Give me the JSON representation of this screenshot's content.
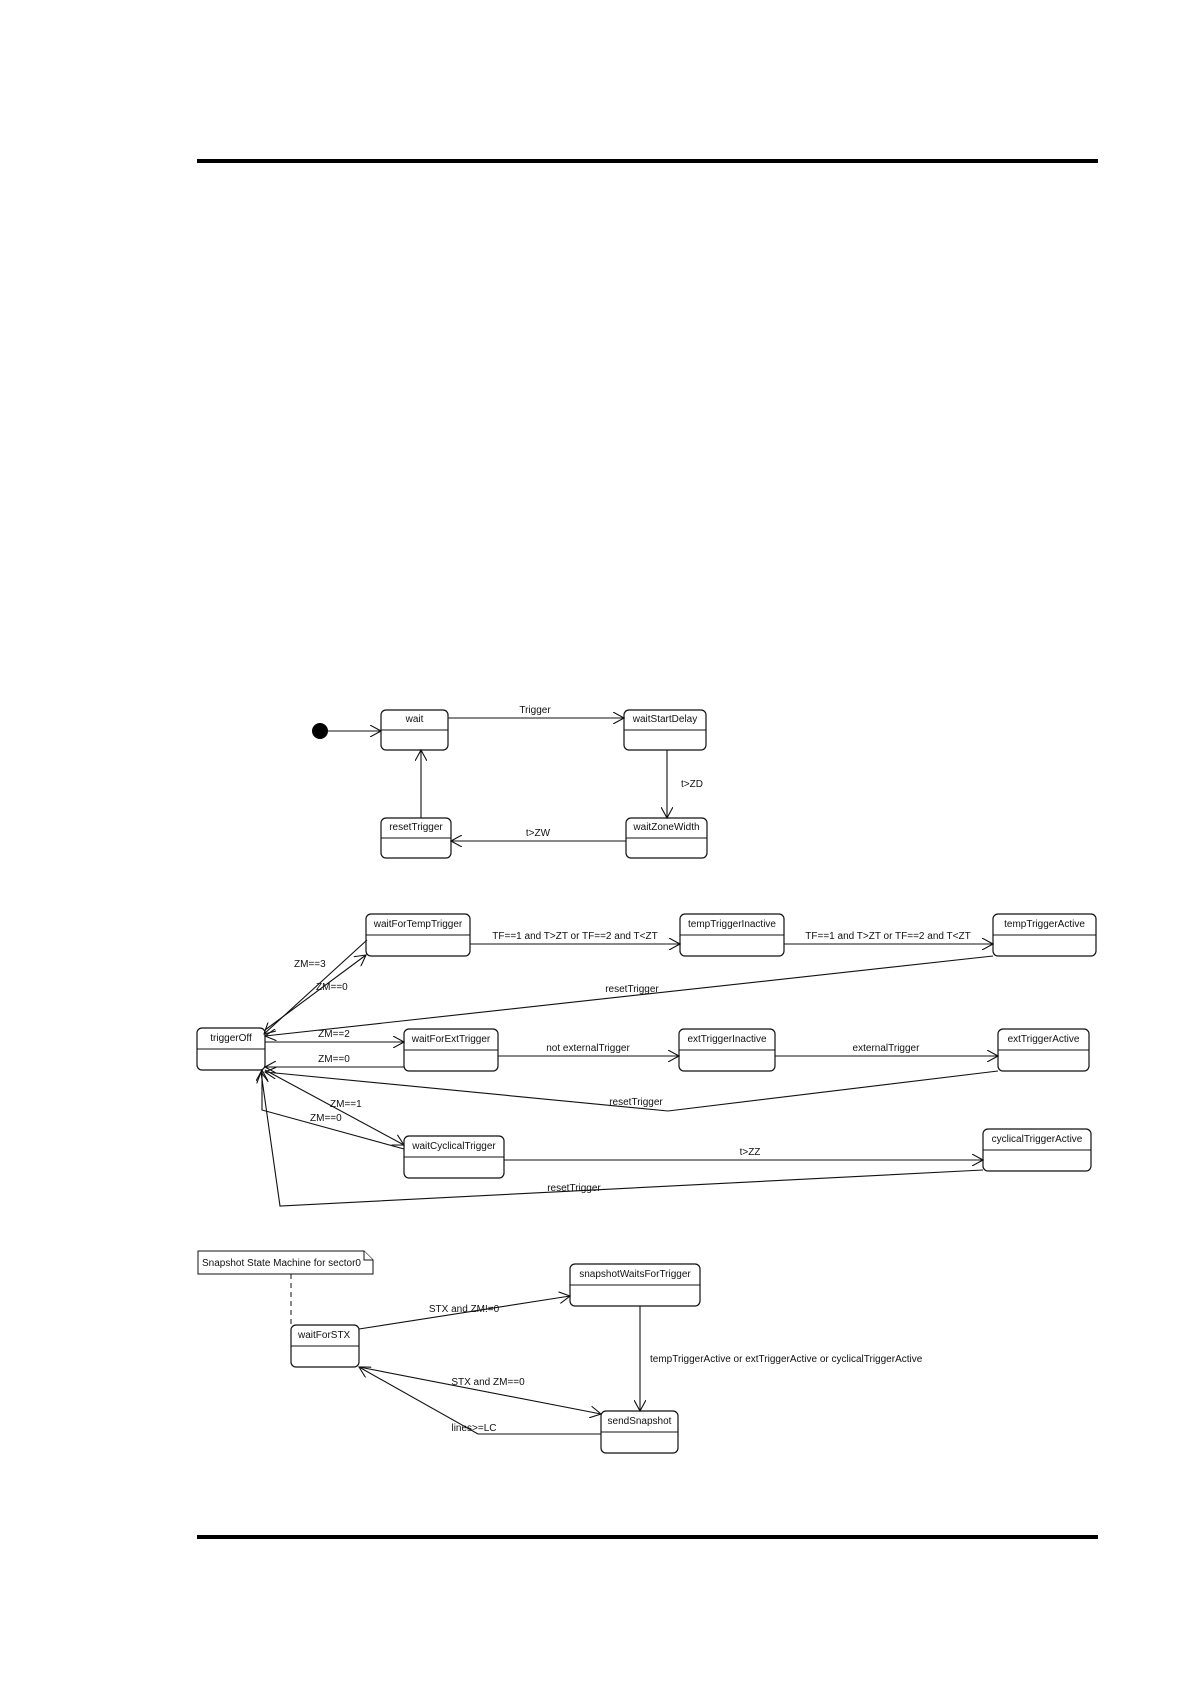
{
  "diagrams": {
    "trigger": {
      "states": {
        "wait": "wait",
        "waitStartDelay": "waitStartDelay",
        "waitZoneWidth": "waitZoneWidth",
        "resetTrigger": "resetTrigger"
      },
      "transitions": {
        "trigger": "Trigger",
        "t_zd": "t>ZD",
        "t_zw": "t>ZW"
      }
    },
    "zones": {
      "states": {
        "triggerOff": "triggerOff",
        "waitForTempTrigger": "waitForTempTrigger",
        "tempTriggerInactive": "tempTriggerInactive",
        "tempTriggerActive": "tempTriggerActive",
        "waitForExtTrigger": "waitForExtTrigger",
        "extTriggerInactive": "extTriggerInactive",
        "extTriggerActive": "extTriggerActive",
        "waitCyclicalTrigger": "waitCyclicalTrigger",
        "cyclicalTriggerActive": "cyclicalTriggerActive"
      },
      "transitions": {
        "zm3": "ZM==3",
        "zm0_temp": "ZM==0",
        "temp_cond_1": "TF==1 and T>ZT or TF==2 and T<ZT",
        "temp_cond_2": "TF==1 and T>ZT or TF==2 and T<ZT",
        "reset_temp": "resetTrigger",
        "zm2": "ZM==2",
        "zm0_ext": "ZM==0",
        "not_external": "not externalTrigger",
        "external": "externalTrigger",
        "reset_ext": "resetTrigger",
        "zm1": "ZM==1",
        "zm0_cyc": "ZM==0",
        "t_zz": "t>ZZ",
        "reset_cyc": "resetTrigger"
      }
    },
    "snapshot": {
      "note": "Snapshot State Machine for sector0",
      "states": {
        "waitForSTX": "waitForSTX",
        "snapshotWaitsForTrigger": "snapshotWaitsForTrigger",
        "sendSnapshot": "sendSnapshot"
      },
      "transitions": {
        "stx_zm_ne0": "STX and ZM!=0",
        "any_trigger_active": "tempTriggerActive or extTriggerActive or cyclicalTriggerActive",
        "stx_zm_eq0": "STX and ZM==0",
        "lines_lc": "lines>=LC"
      }
    }
  }
}
